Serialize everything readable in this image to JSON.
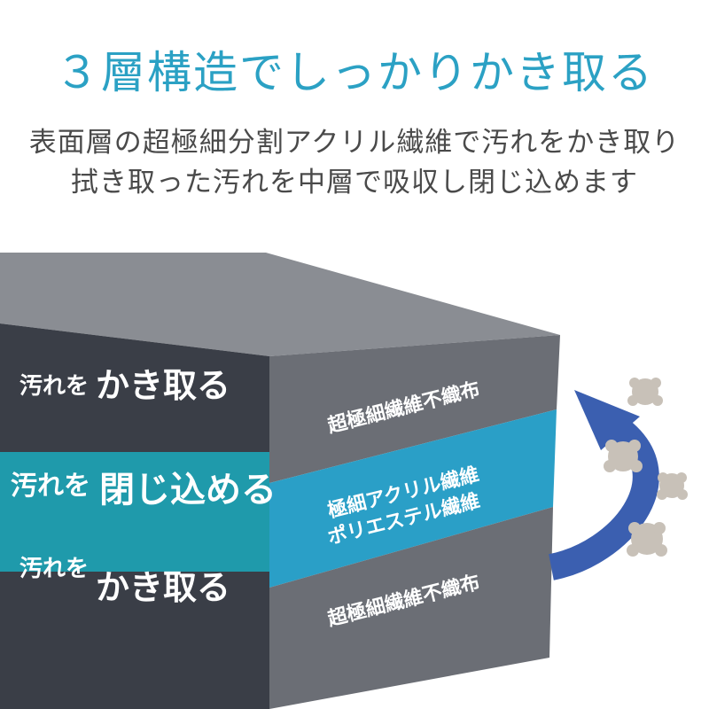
{
  "headline": "３層構造でしっかりかき取る",
  "subtitle_lines": [
    "表面層の超極細分割アクリル繊維で汚れをかき取り",
    "拭き取った汚れを中層で吸収し閉じ込めます"
  ],
  "layers": {
    "top": {
      "front_small": "汚れを",
      "front_large": "かき取る",
      "side_label": "超極細繊維不織布"
    },
    "middle": {
      "front_small": "汚れを",
      "front_large": "閉じ込める",
      "side_label_line1": "極細アクリル繊維",
      "side_label_line2": "ポリエステル繊維"
    },
    "bottom": {
      "front_small": "汚れを",
      "front_large": "かき取る",
      "side_label": "超極細繊維不織布"
    }
  },
  "colors": {
    "headline": "#2ba1c4",
    "body_text": "#4a4a4a",
    "top_face": "#8a8d93",
    "front_dark": "#3a3e47",
    "side_gray": "#6b6e75",
    "front_teal": "#1f9aab",
    "side_teal": "#2a9fc7",
    "arrow": "#3b5fb0",
    "dirt": "#c8c1b8"
  },
  "icons": {
    "arrow": "curved-arrow-icon",
    "dirt": "dirt-particle-icon"
  }
}
